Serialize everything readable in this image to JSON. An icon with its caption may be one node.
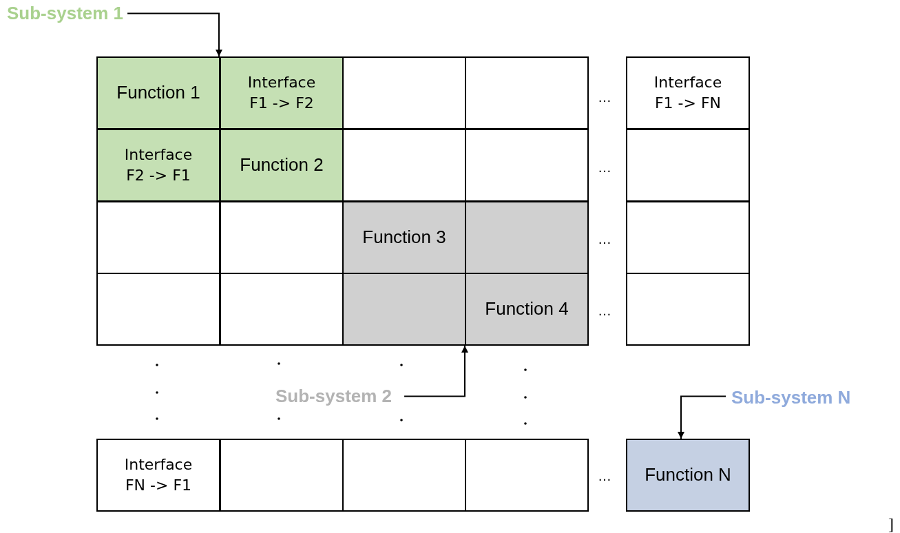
{
  "diagram": {
    "nodes": [
      {
        "text": [
          "Sub-system 1"
        ]
      },
      {
        "text": [
          "Function 1"
        ]
      },
      {
        "text": [
          "Interface F1 -> F2"
        ]
      },
      {
        "text": [],
        "shape": "box"
      },
      {
        "text": [],
        "shape": "box"
      },
      {
        "text": [
          "Interface F1 -> FN"
        ]
      },
      {
        "text": [
          "Interface F2 -> F1"
        ]
      },
      {
        "text": [
          "Function 2"
        ]
      },
      {
        "text": [],
        "shape": "box"
      },
      {
        "text": [],
        "shape": "box"
      },
      {
        "text": [],
        "shape": "box"
      },
      {
        "text": [],
        "shape": "box"
      },
      {
        "text": [],
        "shape": "box"
      },
      {
        "text": [
          "Function 3"
        ]
      },
      {
        "text": [],
        "shape": "box"
      },
      {
        "text": [],
        "shape": "box"
      },
      {
        "text": [],
        "shape": "box"
      },
      {
        "text": [],
        "shape": "box"
      },
      {
        "text": [],
        "shape": "box"
      },
      {
        "text": [
          "Function 4"
        ]
      },
      {
        "text": [],
        "shape": "box"
      },
      {
        "text": [
          "Sub-system 2"
        ]
      },
      {
        "text": [
          "Sub-system N"
        ]
      },
      {
        "text": [
          "Interface FN -> F1"
        ]
      },
      {
        "text": [],
        "shape": "box"
      },
      {
        "text": [],
        "shape": "box"
      },
      {
        "text": [],
        "shape": "box"
      },
      {
        "text": [
          "Function N"
        ]
      }
    ],
    "edges": [
      {
        "from": 0,
        "to": 1,
        "arrow": "to"
      },
      {
        "from": 21,
        "to": 18,
        "arrow": "to"
      },
      {
        "from": 22,
        "to": 27,
        "arrow": "to"
      }
    ],
    "labels": [
      "…",
      "…",
      "…",
      "…",
      "…",
      "]"
    ]
  }
}
